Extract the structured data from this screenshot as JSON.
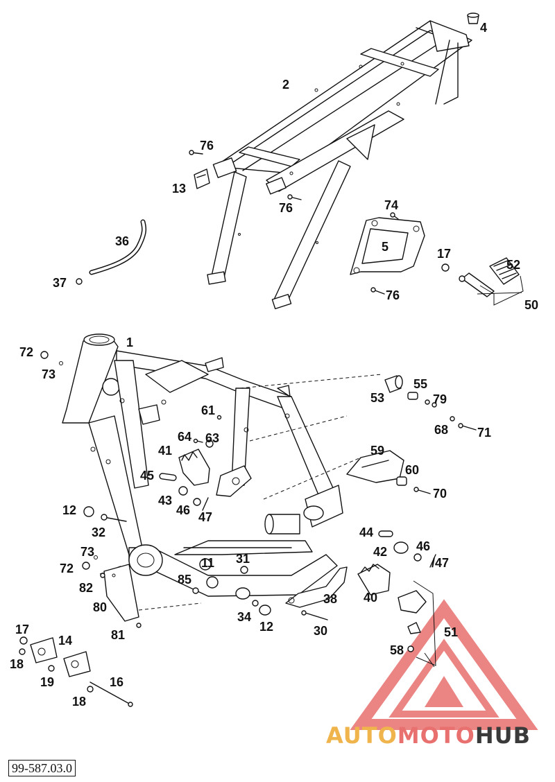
{
  "doc_code": "99-587.03.0",
  "brand": {
    "part1": "AUTO",
    "part2": "MOTO",
    "part3": "HUB"
  },
  "colors": {
    "line": "#111111",
    "logo_red": "#e8706e",
    "logo_yellow": "#f0b44c",
    "logo_dark": "#3a3a3a"
  },
  "labels": {
    "l1": "1",
    "l2": "2",
    "l4": "4",
    "l5": "5",
    "l11": "11",
    "l12a": "12",
    "l12b": "12",
    "l13": "13",
    "l14": "14",
    "l16": "16",
    "l17a": "17",
    "l17b": "17",
    "l18a": "18",
    "l18b": "18",
    "l19": "19",
    "l30": "30",
    "l31": "31",
    "l32": "32",
    "l34": "34",
    "l36": "36",
    "l37": "37",
    "l38": "38",
    "l40": "40",
    "l41": "41",
    "l42": "42",
    "l43": "43",
    "l44": "44",
    "l45": "45",
    "l46a": "46",
    "l46b": "46",
    "l47a": "47",
    "l47b": "/47",
    "l50": "50",
    "l51": "51",
    "l52": "52",
    "l53": "53",
    "l55": "55",
    "l58": "58",
    "l59": "59",
    "l60": "60",
    "l61": "61",
    "l63": "63",
    "l64": "64",
    "l68": "68",
    "l70": "70",
    "l71": "71",
    "l72a": "72",
    "l72b": "72",
    "l73a": "73",
    "l73b": "73",
    "l74": "74",
    "l76a": "76",
    "l76b": "76",
    "l76c": "76",
    "l79": "79",
    "l80": "80",
    "l81": "81",
    "l82": "82",
    "l85": "85"
  }
}
